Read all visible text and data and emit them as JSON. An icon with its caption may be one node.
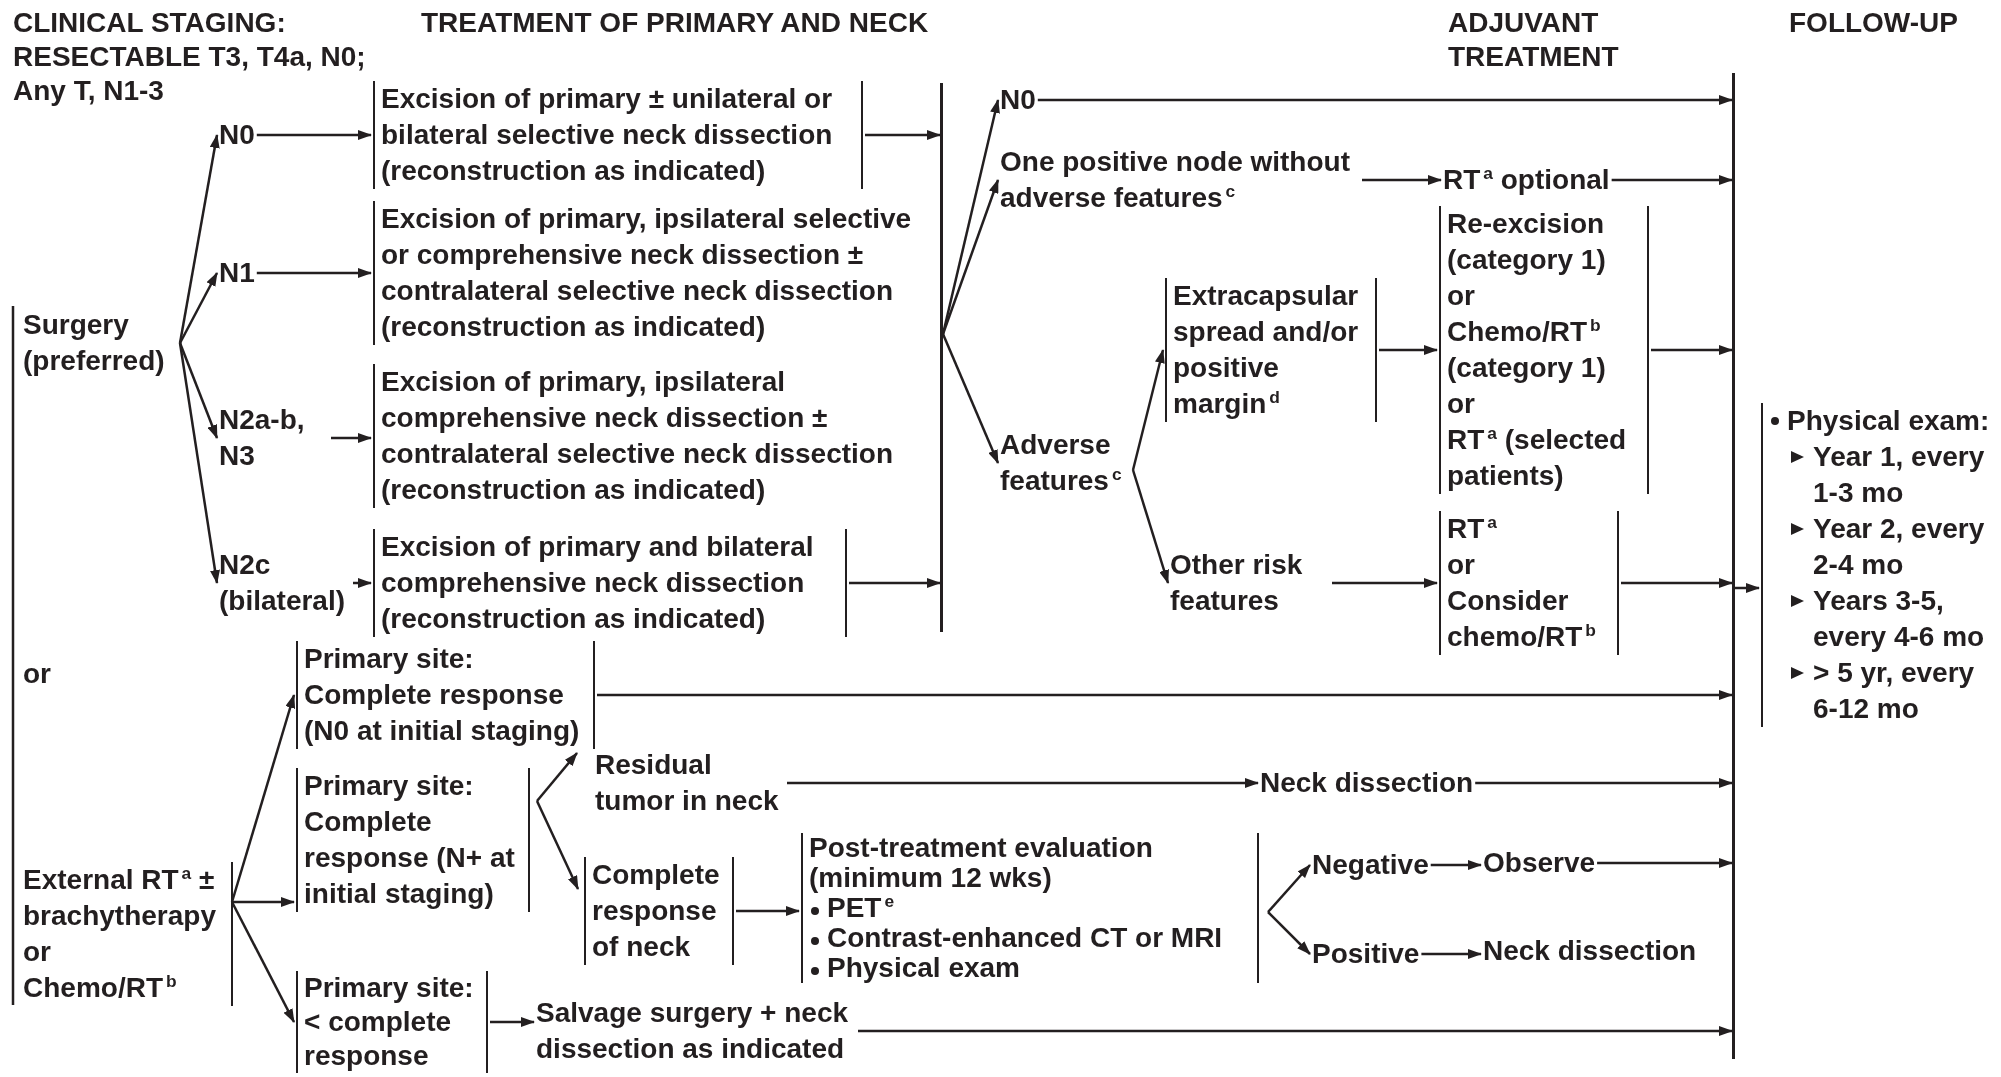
{
  "diagram": {
    "nodes": [
      {
        "text": [
          "Surgery (preferred)"
        ]
      },
      {
        "text": [
          "N0"
        ]
      },
      {
        "text": [
          "N1"
        ]
      },
      {
        "text": [
          "N2a-b, N3"
        ]
      },
      {
        "text": [
          "N2c (bilateral)"
        ]
      },
      {
        "text": [
          "Excision of primary ± unilateral or bilateral selective neck dissection (reconstruction as indicated)"
        ]
      },
      {
        "text": [
          "Excision of primary, ipsilateral selective or comprehensive neck dissection ± contralateral selective neck dissection (reconstruction as indicated)"
        ]
      },
      {
        "text": [
          "Excision of primary, ipsilateral comprehensive neck dissection ± contralateral selective neck dissection (reconstruction as indicated)"
        ]
      },
      {
        "text": [
          "Excision of primary and bilateral comprehensive neck dissection (reconstruction as indicated)"
        ]
      },
      {
        "text": [],
        "shape": "bar"
      },
      {
        "text": [
          "N0"
        ]
      },
      {
        "text": [
          "One positive node without adverse features$^{c}$"
        ]
      },
      {
        "text": [
          "Adverse features$^{c}$"
        ]
      },
      {
        "text": [
          "Extracapsular spread and/or positive margin$^{d}$"
        ]
      },
      {
        "text": [
          "Other risk features"
        ]
      },
      {
        "text": [
          "RT$^{a}$ optional"
        ]
      },
      {
        "text": [
          "Re-excision (category 1)",
          "or",
          "Chemo/RT$^{b}$ (category 1)",
          "or",
          "RT$^{a}$ (selected patients)"
        ]
      },
      {
        "text": [
          "RT$^{a}$",
          "or",
          "Consider chemo/RT$^{b}$"
        ]
      },
      {
        "text": [],
        "shape": "bar"
      },
      {
        "text": [
          "Physical exam:",
          "Year 1, every 1-3 mo",
          "Year 2, every 2-4 mo",
          "Years 3-5, every 4-6 mo",
          "> 5 yr, every 6-12 mo"
        ]
      },
      {
        "text": [
          "External RT$^{a}$ ± brachytherapy",
          "or",
          "Chemo/RT$^{b}$"
        ]
      },
      {
        "text": [
          "Primary site: Complete response (N0 at initial staging)"
        ]
      },
      {
        "text": [
          "Primary site: Complete response (N+ at initial staging)"
        ]
      },
      {
        "text": [
          "Primary site: < complete response"
        ]
      },
      {
        "text": [
          "Residual tumor in neck"
        ]
      },
      {
        "text": [
          "Complete response of neck"
        ]
      },
      {
        "text": [
          "Post-treatment evaluation (minimum 12 wks)",
          "PET$^{e}$",
          "Contrast-enhanced CT or MRI",
          "Physical exam"
        ]
      },
      {
        "text": [
          "Neck dissection"
        ]
      },
      {
        "text": [
          "Negative"
        ]
      },
      {
        "text": [
          "Positive"
        ]
      },
      {
        "text": [
          "Observe"
        ]
      },
      {
        "text": [
          "Neck dissection"
        ]
      },
      {
        "text": [
          "Salvage surgery + neck dissection as indicated"
        ]
      }
    ],
    "edges": [
      {
        "from": 0,
        "to": 1,
        "arrow": "to"
      },
      {
        "from": 0,
        "to": 2,
        "arrow": "to"
      },
      {
        "from": 0,
        "to": 3,
        "arrow": "to"
      },
      {
        "from": 0,
        "to": 4,
        "arrow": "to"
      },
      {
        "from": 1,
        "to": 5,
        "arrow": "to"
      },
      {
        "from": 2,
        "to": 6,
        "arrow": "to"
      },
      {
        "from": 3,
        "to": 7,
        "arrow": "to"
      },
      {
        "from": 4,
        "to": 8,
        "arrow": "to"
      },
      {
        "from": 5,
        "to": 9,
        "arrow": "to"
      },
      {
        "from": 8,
        "to": 9,
        "arrow": "to"
      },
      {
        "from": 9,
        "to": 10,
        "arrow": "to"
      },
      {
        "from": 9,
        "to": 11,
        "arrow": "to"
      },
      {
        "from": 9,
        "to": 12,
        "arrow": "to"
      },
      {
        "from": 10,
        "to": 18,
        "arrow": "to"
      },
      {
        "from": 11,
        "to": 15,
        "arrow": "to"
      },
      {
        "from": 15,
        "to": 18,
        "arrow": "to"
      },
      {
        "from": 12,
        "to": 13,
        "arrow": "to"
      },
      {
        "from": 12,
        "to": 14,
        "arrow": "to"
      },
      {
        "from": 13,
        "to": 16,
        "arrow": "to"
      },
      {
        "from": 16,
        "to": 18,
        "arrow": "to"
      },
      {
        "from": 14,
        "to": 17,
        "arrow": "to"
      },
      {
        "from": 17,
        "to": 18,
        "arrow": "to"
      },
      {
        "from": 18,
        "to": 19,
        "arrow": "to"
      },
      {
        "from": 20,
        "to": 21,
        "arrow": "to"
      },
      {
        "from": 20,
        "to": 22,
        "arrow": "to"
      },
      {
        "from": 20,
        "to": 23,
        "arrow": "to"
      },
      {
        "from": 21,
        "to": 18,
        "arrow": "to"
      },
      {
        "from": 22,
        "to": 24,
        "arrow": "to"
      },
      {
        "from": 22,
        "to": 25,
        "arrow": "to"
      },
      {
        "from": 24,
        "to": 27,
        "arrow": "to"
      },
      {
        "from": 27,
        "to": 18,
        "arrow": "to"
      },
      {
        "from": 25,
        "to": 26,
        "arrow": "to"
      },
      {
        "from": 26,
        "to": 28,
        "arrow": "to"
      },
      {
        "from": 26,
        "to": 29,
        "arrow": "to"
      },
      {
        "from": 28,
        "to": 30,
        "arrow": "to"
      },
      {
        "from": 29,
        "to": 31,
        "arrow": "to"
      },
      {
        "from": 30,
        "to": 18,
        "arrow": "to"
      },
      {
        "from": 23,
        "to": 32,
        "arrow": "to"
      },
      {
        "from": 32,
        "to": 18,
        "arrow": "to"
      }
    ],
    "labels": [
      "CLINICAL STAGING: RESECTABLE T3, T4a, N0; Any T, N1-3",
      "TREATMENT OF PRIMARY AND NECK",
      "ADJUVANT TREATMENT",
      "FOLLOW-UP",
      "or"
    ]
  }
}
